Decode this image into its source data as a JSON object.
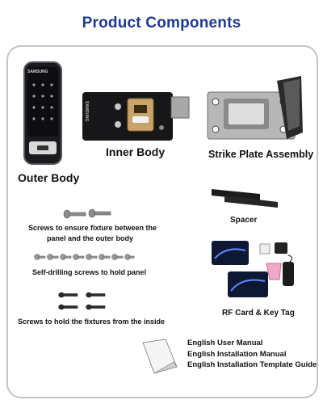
{
  "title": "Product Components",
  "components": {
    "outer_body": {
      "label": "Outer Body",
      "brand": "SAMSUNG"
    },
    "inner_body": {
      "label": "Inner Body",
      "brand": "SAMSUNG"
    },
    "strike_plate": {
      "label": "Strike Plate Assembly"
    },
    "spacer": {
      "label": "Spacer"
    },
    "screws_fixture": {
      "label_line1": "Screws to ensure fixture between the",
      "label_line2": "panel and the outer body"
    },
    "self_drilling": {
      "label": "Self-drilling screws to hold panel"
    },
    "screws_inside": {
      "label": "Screws to hold the fixtures from the inside"
    },
    "rf_card": {
      "label": "RF Card & Key Tag"
    },
    "manuals": {
      "items": [
        "English User Manual",
        "English Installation Manual",
        "English Installation Template Guide"
      ]
    }
  },
  "colors": {
    "title": "#1d3a93",
    "frame": "#c4c4c4"
  }
}
